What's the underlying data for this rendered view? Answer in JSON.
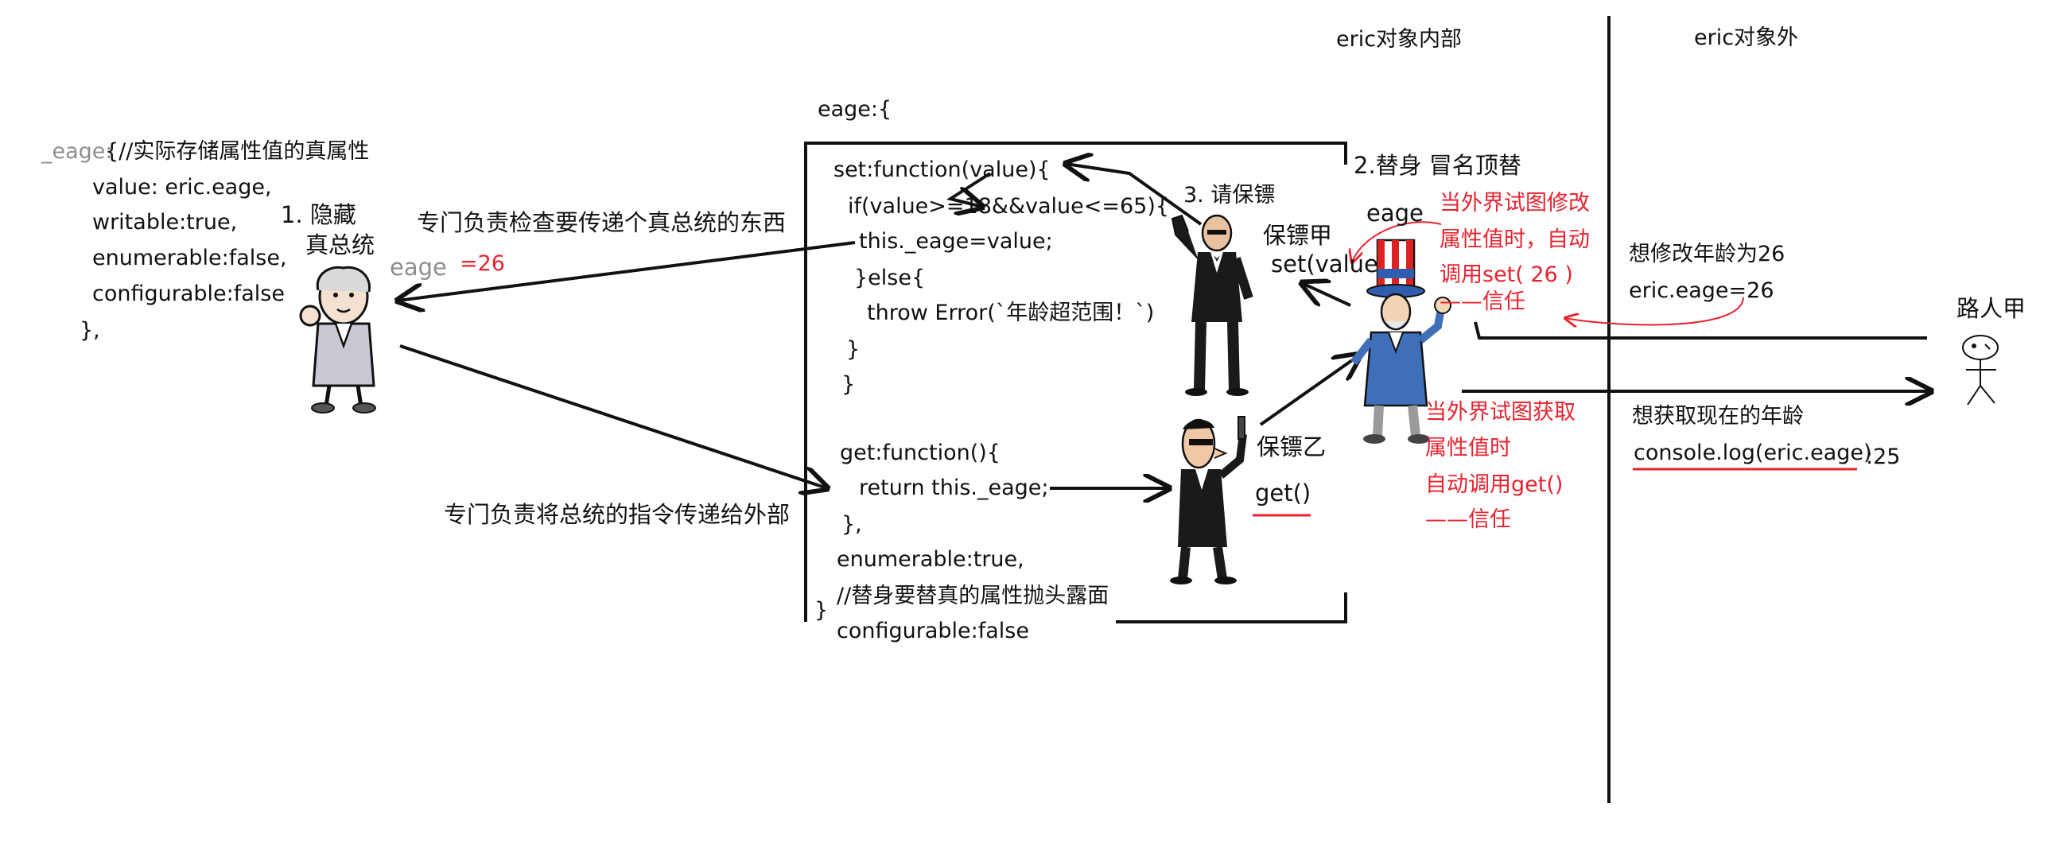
{
  "regions": {
    "inside_label": "eric对象内部",
    "outside_label": "eric对象外"
  },
  "real_prop": {
    "name": "_eage:",
    "comment": "{//实际存储属性值的真属性",
    "lines": [
      "value: eric.eage,",
      "writable:true,",
      "enumerable:false,",
      "configurable:false",
      "},"
    ]
  },
  "president": {
    "label_line1": "1. 隐藏",
    "label_line2": "真总统",
    "field_name": "eage",
    "field_value": "=26"
  },
  "notes": {
    "setter_role": "专门负责检查要传递个真总统的东西",
    "getter_role": "专门负责将总统的指令传递给外部"
  },
  "accessor": {
    "header": "eage:{",
    "code_lines": [
      "set:function(value){",
      "if(value>=18&&value<=65){",
      "this._eage=value;",
      "}else{",
      "throw Error(`年龄超范围！`)",
      "}",
      "}",
      "get:function(){",
      "return this._eage;",
      "},",
      "enumerable:true,",
      "//替身要替真的属性抛头露面",
      "configurable:false"
    ],
    "closing": "}"
  },
  "guards": {
    "step3": "3. 请保镖",
    "guard_a": "保镖甲",
    "guard_a_method": "set(value)",
    "guard_b": "保镖乙",
    "guard_b_method": "get()"
  },
  "standin": {
    "step2": "2.替身 冒名顶替",
    "name": "eage"
  },
  "red_notes": {
    "set_lines": [
      "当外界试图修改",
      "属性值时，自动",
      "调用set( 26 )",
      "——信任"
    ],
    "get_lines": [
      "当外界试图获取",
      "属性值时",
      "自动调用get()",
      "——信任"
    ]
  },
  "passerby": {
    "name": "路人甲",
    "set_intent": "想修改年龄为26",
    "set_code": "eric.eage=26",
    "get_intent": "想获取现在的年龄",
    "get_code": "console.log(eric.eage)",
    "get_result": ":25"
  },
  "colors": {
    "ink": "#111111",
    "annotation_red": "#e8232f",
    "muted_gray": "#8e8e8e",
    "uncle_sam_blue": "#3f6fb8"
  },
  "icons": [
    "president-figure",
    "bodyguard-a-figure",
    "bodyguard-b-figure",
    "uncle-sam-figure",
    "stick-figure"
  ]
}
